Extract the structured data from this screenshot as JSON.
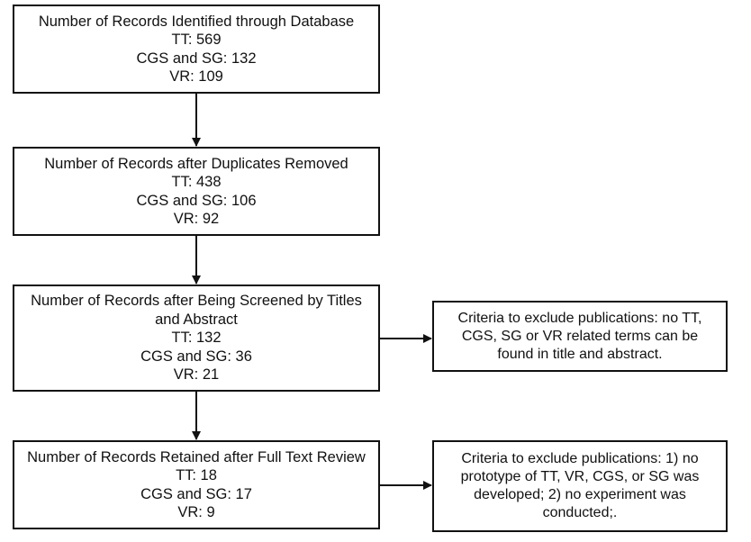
{
  "boxes": {
    "identified": {
      "title": "Number of Records Identified through Database",
      "tt": "TT: 569",
      "cgs_sg": "CGS and SG: 132",
      "vr": "VR: 109"
    },
    "duplicates_removed": {
      "title": "Number of Records after Duplicates Removed",
      "tt": "TT: 438",
      "cgs_sg": "CGS and SG: 106",
      "vr": "VR: 92"
    },
    "screened": {
      "title_line1": "Number of Records after Being Screened by Titles",
      "title_line2": "and Abstract",
      "tt": "TT: 132",
      "cgs_sg": "CGS and SG: 36",
      "vr": "VR: 21"
    },
    "retained": {
      "title": "Number of Records Retained after Full Text Review",
      "tt": "TT: 18",
      "cgs_sg": "CGS and SG: 17",
      "vr": "VR: 9"
    }
  },
  "exclusions": {
    "screening": {
      "line1": "Criteria to exclude publications: no TT,",
      "line2": "CGS, SG or VR related terms can be",
      "line3": "found in title and abstract."
    },
    "full_text": {
      "line1": "Criteria to exclude publications: 1) no",
      "line2": "prototype of TT, VR, CGS, or SG was",
      "line3": "developed; 2) no experiment was",
      "line4": "conducted;."
    }
  }
}
